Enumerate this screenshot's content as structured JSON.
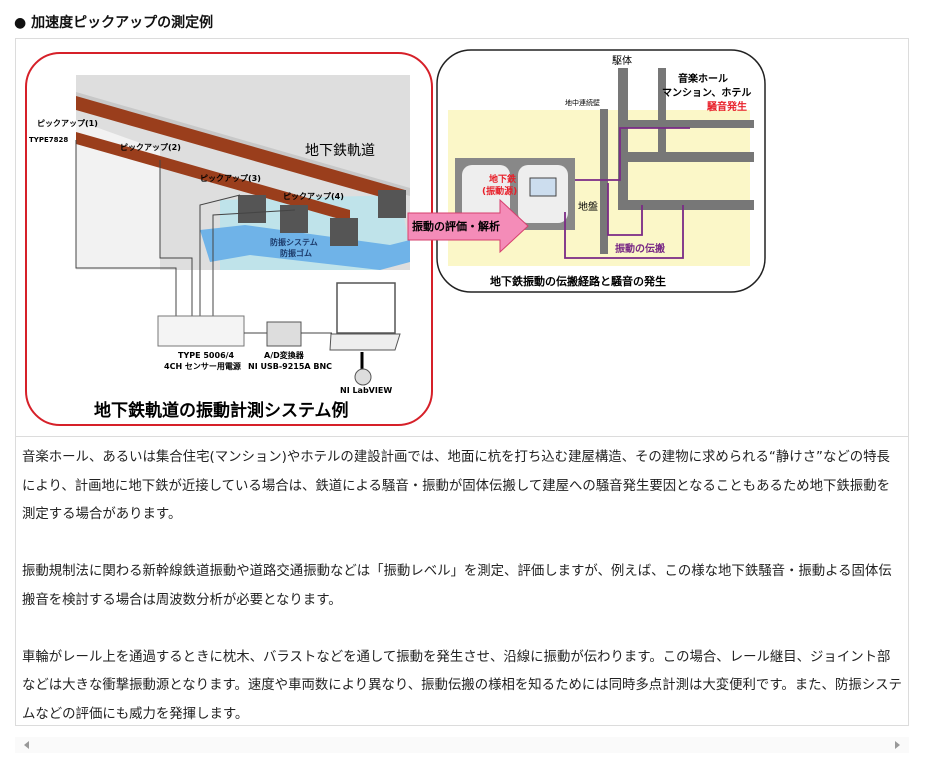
{
  "heading": "● 加速度ピックアップの測定例",
  "diagram": {
    "left": {
      "title": "地下鉄軌道の振動計測システム例",
      "track_label": "地下鉄軌道",
      "pickup1": "ピックアップ(1)",
      "pickup2": "ピックアップ(2)",
      "pickup3": "ピックアップ(3)",
      "pickup4": "ピックアップ(4)",
      "sensor_type": "TYPE7828",
      "isolation1": "防振システム",
      "isolation2": "防振ゴム",
      "power_type": "TYPE 5006/4",
      "power_name": "4CH センサー用電源",
      "adc_name": "A/D変換器",
      "adc_model": "NI USB-9215A BNC",
      "software": "NI LabVIEW"
    },
    "arrow_label": "振動の評価・解析",
    "right": {
      "title": "地下鉄振動の伝搬経路と騒音の発生",
      "structure": "駆体",
      "wall": "地中連続壁",
      "building1": "音楽ホール",
      "building2": "マンション、ホテル",
      "noise": "騒音発生",
      "source1": "地下鉄",
      "source2": "(振動源)",
      "ground": "地盤",
      "propagation": "振動の伝搬"
    }
  },
  "paragraphs": [
    "音楽ホール、あるいは集合住宅(マンション)やホテルの建設計画では、地面に杭を打ち込む建屋構造、その建物に求められる“静けさ”などの特長により、計画地に地下鉄が近接している場合は、鉄道による騒音・振動が固体伝搬して建屋への騒音発生要因となることもあるため地下鉄振動を測定する場合があります。",
    "振動規制法に関わる新幹線鉄道振動や道路交通振動などは「振動レベル」を測定、評価しますが、例えば、この様な地下鉄騒音・振動よる固体伝搬音を検討する場合は周波数分析が必要となります。",
    "車輪がレール上を通過するときに枕木、バラストなどを通して振動を発生させ、沿線に振動が伝わります。この場合、レール継目、ジョイント部などは大きな衝撃振動源となります。速度や車両数により異なり、振動伝搬の様相を知るためには同時多点計測は大変便利です。また、防振システムなどの評価にも威力を発揮します。"
  ],
  "colors": {
    "red": "#e8202a",
    "rail": "#9a3e1c",
    "purple": "#7a2a86",
    "pink": "#f48cb8",
    "yellow": "#fbf7c8"
  }
}
